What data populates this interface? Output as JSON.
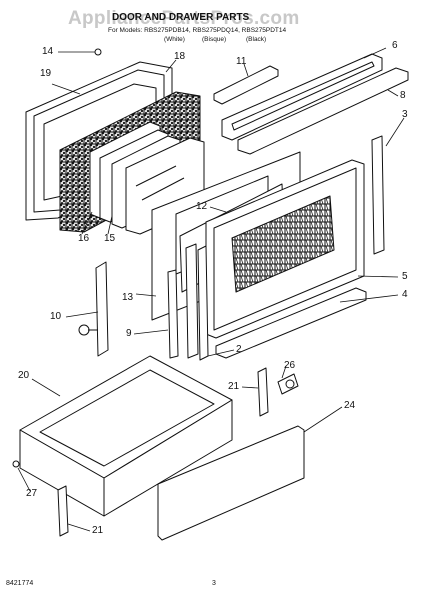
{
  "watermark": "AppliancePartsPros.com",
  "heading": "DOOR AND DRAWER PARTS",
  "subheading": "For Models: RBS275PDB14, RBS275PDQ14, RBS275PDT14",
  "variants": [
    "(White)",
    "(Bisque)",
    "(Black)"
  ],
  "callouts": [
    "14",
    "19",
    "18",
    "11",
    "6",
    "8",
    "3",
    "16",
    "15",
    "12",
    "13",
    "10",
    "9",
    "5",
    "4",
    "2",
    "20",
    "21",
    "26",
    "24",
    "27",
    "21"
  ],
  "footer": {
    "code": "8421774",
    "page": "3"
  }
}
